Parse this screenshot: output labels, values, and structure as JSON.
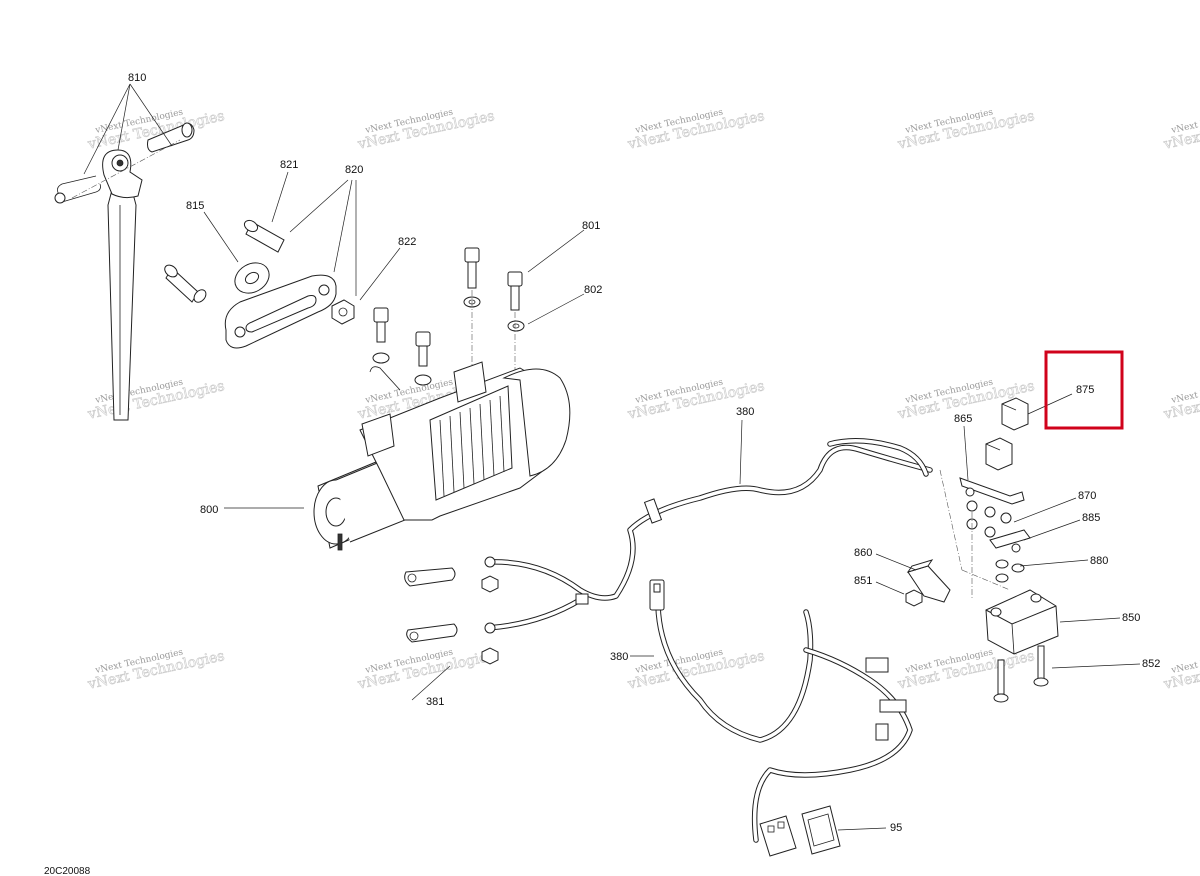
{
  "diagram_ref": "20C20088",
  "highlighted_callout": "875",
  "highlight_color": "#d0021b",
  "watermark": {
    "line1": "vNext Technologies",
    "line2": "vNext Technologies"
  },
  "callouts": {
    "c810": "810",
    "c821": "821",
    "c820": "820",
    "c815": "815",
    "c822": "822",
    "c801": "801",
    "c802": "802",
    "c800": "800",
    "c380a": "380",
    "c380b": "380",
    "c381": "381",
    "c865": "865",
    "c875": "875",
    "c870": "870",
    "c885": "885",
    "c880": "880",
    "c860": "860",
    "c851": "851",
    "c850": "850",
    "c852": "852",
    "c95": "95"
  }
}
